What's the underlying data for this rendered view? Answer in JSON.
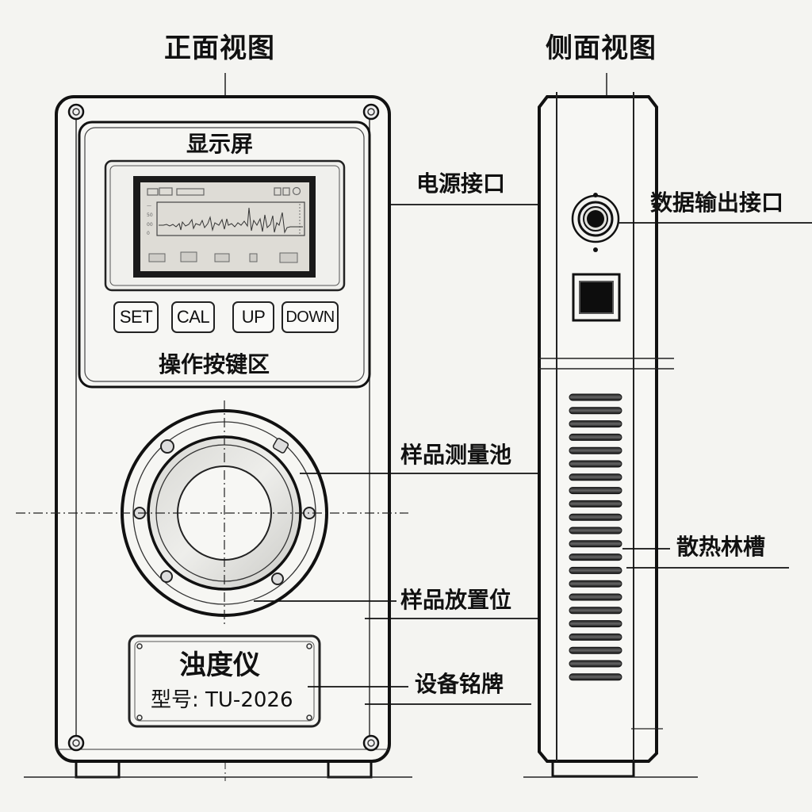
{
  "views": {
    "front_title": "正面视图",
    "side_title": "侧面视图"
  },
  "front": {
    "display_label": "显示屏",
    "keypad_label": "操作按键区",
    "buttons": [
      {
        "label": "SET"
      },
      {
        "label": "CAL"
      },
      {
        "label": "UP"
      },
      {
        "label": "DOWN"
      }
    ],
    "nameplate": {
      "name": "浊度仪",
      "model": "型号: TU-2026"
    }
  },
  "callouts": {
    "power_port": "电源接口",
    "data_output_port": "数据输出接口",
    "sample_cell": "样品测量池",
    "heat_sink_slots": "散热林槽",
    "sample_position": "样品放置位",
    "device_nameplate": "设备铭牌"
  },
  "screen": {
    "waveform_icon": "waveform-icon",
    "top_icons": [
      "battery-icon",
      "grid-icon",
      "signal-bar-icon",
      "settings-icon",
      "menu-icon",
      "refresh-icon"
    ],
    "bottom_icons": [
      "data-icon",
      "chart-icon",
      "calc-icon",
      "record-icon",
      "save-icon"
    ]
  }
}
